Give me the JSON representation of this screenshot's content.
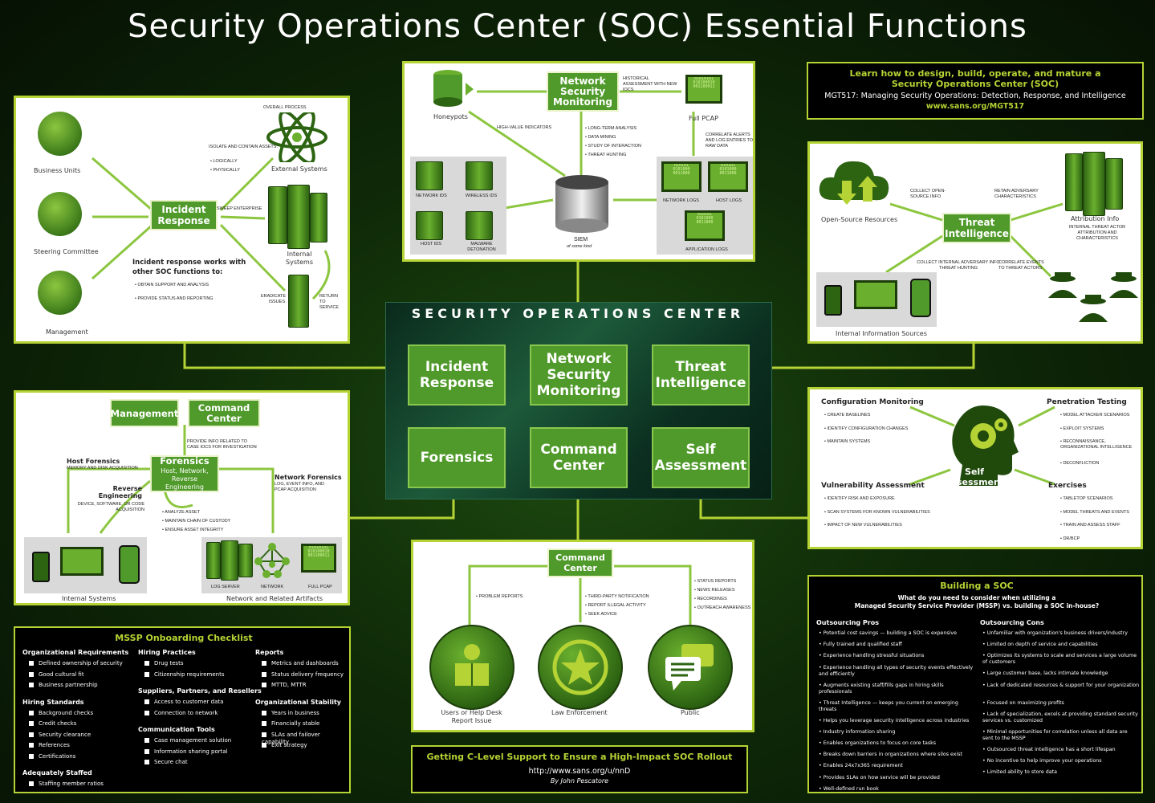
{
  "title": "Security Operations Center (SOC) Essential Functions",
  "soc": {
    "title": "SECURITY OPERATIONS CENTER",
    "boxes": [
      "Incident Response",
      "Network Security Monitoring",
      "Threat Intelligence",
      "Forensics",
      "Command Center",
      "Self Assessment"
    ]
  },
  "ad": {
    "line1": "Learn how to design, build, operate, and mature a",
    "line2": "Security Operations Center (SOC)",
    "line3": "MGT517: Managing Security Operations: Detection, Response, and Intelligence",
    "url": "www.sans.org/MGT517"
  },
  "ir": {
    "center": "Incident Response",
    "business_units": "Business Units",
    "steering": "Steering Committee",
    "management": "Management",
    "overall_process": "OVERALL PROCESS",
    "external": "External Systems",
    "isolate": "ISOLATE AND CONTAIN ASSETS:",
    "logically": "• LOGICALLY",
    "physically": "• PHYSICALLY",
    "sweep": "SWEEP ENTERPRISE",
    "internal": "Internal Systems",
    "eradicate": "ERADICATE ISSUES",
    "return": "RETURN TO SERVICE",
    "note1": "Incident response works with",
    "note2": "other SOC functions to:",
    "b1": "• OBTAIN SUPPORT AND ANALYSIS",
    "b2": "• PROVIDE STATUS AND REPORTING"
  },
  "nsm": {
    "center": "Network Security Monitoring",
    "honeypots": "Honeypots",
    "hist": "HISTORICAL ASSESSMENT WITH NEW IOCs",
    "pcap": "Full PCAP",
    "hvi": "HIGH-VALUE INDICATORS",
    "a1": "• LONG-TERM ANALYSIS",
    "a2": "• DATA MINING",
    "a3": "• STUDY OF INTERACTION",
    "a4": "• THREAT HUNTING",
    "correlate": "CORRELATE ALERTS AND LOG ENTRIES TO RAW DATA",
    "nids": "NETWORK IDS",
    "wids": "WIRELESS IDS",
    "hids": "HOST IDS",
    "malware": "MALWARE DETONATION",
    "siem": "SIEM",
    "siem_sub": "of some kind",
    "netlogs": "NETWORK LOGS",
    "hostlogs": "HOST LOGS",
    "applogs": "APPLICATION LOGS"
  },
  "ti": {
    "center": "Threat Intelligence",
    "osr": "Open-Source Resources",
    "collect_os": "COLLECT OPEN-SOURCE INFO",
    "retain": "RETAIN ADVERSARY CHARACTERISTICS",
    "attr": "Attribution Info",
    "attr_sub": "INTERNAL THREAT ACTOR ATTRIBUTION AND CHARACTERISTICS",
    "collect_int": "COLLECT INTERNAL ADVERSARY INFO THREAT HUNTING",
    "correlate": "CORRELATE EVENTS TO THREAT ACTORS",
    "iis": "Internal Information Sources"
  },
  "for": {
    "center": "Forensics",
    "center_sub": "Host, Network, Reverse Engineering",
    "management": "Management",
    "cc": "Command Center",
    "provide": "PROVIDE INFO RELATED TO CASE IOCs FOR INVESTIGATION",
    "hf": "Host Forensics",
    "hf_sub": "MEMORY AND DISK ACQUISITION",
    "re": "Reverse Engineering",
    "re_sub": "DEVICE, SOFTWARE, OR CODE ACQUISITION",
    "nf": "Network Forensics",
    "nf_sub": "LOG, EVENT INFO, AND PCAP ACQUISITION",
    "a1": "• ANALYZE ASSET",
    "a2": "• MAINTAIN CHAIN OF CUSTODY",
    "a3": "• ENSURE ASSET INTEGRITY",
    "internal": "Internal Systems",
    "logserver": "LOG SERVER",
    "network": "NETWORK",
    "fullpcap": "FULL PCAP",
    "netart": "Network and Related Artifacts"
  },
  "sa": {
    "center": "Self Assessment",
    "cm": "Configuration Monitoring",
    "cm1": "• CREATE BASELINES",
    "cm2": "• IDENTIFY CONFIGURATION CHANGES",
    "cm3": "• MAINTAIN SYSTEMS",
    "pt": "Penetration Testing",
    "pt1": "• MODEL ATTACKER SCENARIOS",
    "pt2": "• EXPLOIT SYSTEMS",
    "pt3": "• RECONNAISSANCE, ORGANIZATIONAL INTELLIGENCE",
    "pt4": "• DECONFLICTION",
    "va": "Vulnerability Assessment",
    "va1": "• IDENTIFY RISK AND EXPOSURE",
    "va2": "• SCAN SYSTEMS FOR KNOWN VULNERABILITIES",
    "va3": "• IMPACT OF NEW VULNERABILITIES",
    "ex": "Exercises",
    "ex1": "• TABLETOP SCENARIOS",
    "ex2": "• MODEL THREATS AND EVENTS",
    "ex3": "• TRAIN AND ASSESS STAFF",
    "ex4": "• DR/BCP"
  },
  "cc": {
    "center": "Command Center",
    "problem": "• PROBLEM REPORTS",
    "tp1": "• THIRD-PARTY NOTIFICATION",
    "tp2": "• REPORT ILLEGAL ACTIVITY",
    "tp3": "• SEEK ADVICE",
    "s1": "• STATUS REPORTS",
    "s2": "• NEWS RELEASES",
    "s3": "• RECORDINGS",
    "s4": "• OUTREACH AWARENESS",
    "users": "Users or Help Desk Report Issue",
    "law": "Law Enforcement",
    "public": "Public"
  },
  "clevel": {
    "title": "Getting C-Level Support to Ensure a High-Impact SOC Rollout",
    "url": "http://www.sans.org/u/nnD",
    "by": "By John Pescatore"
  },
  "mssp": {
    "title": "MSSP Onboarding Checklist",
    "cols": [
      [
        {
          "h": "Organizational Requirements",
          "items": [
            "Defined ownership of security",
            "Good cultural fit",
            "Business partnership"
          ]
        },
        {
          "h": "Hiring Standards",
          "items": [
            "Background checks",
            "Credit checks",
            "Security clearance",
            "References",
            "Certifications"
          ]
        },
        {
          "h": "Adequately Staffed",
          "items": [
            "Staffing member ratios"
          ]
        }
      ],
      [
        {
          "h": "Hiring Practices",
          "items": [
            "Drug tests",
            "Citizenship requirements"
          ]
        },
        {
          "h": "Suppliers, Partners, and Resellers",
          "items": [
            "Access to customer data",
            "Connection to network"
          ]
        },
        {
          "h": "Communication Tools",
          "items": [
            "Case management solution",
            "Information sharing portal",
            "Secure chat"
          ]
        }
      ],
      [
        {
          "h": "Reports",
          "items": [
            "Metrics and dashboards",
            "Status delivery frequency",
            "MTTD, MTTR"
          ]
        },
        {
          "h": "Organizational Stability",
          "items": [
            "Years in business",
            "Financially stable",
            "SLAs and failover capability",
            "Exit strategy"
          ]
        }
      ]
    ]
  },
  "build": {
    "title": "Building a SOC",
    "q1": "What do you need to consider when utilizing a",
    "q2": "Managed Security Service Provider (MSSP) vs. building a SOC in-house?",
    "pros_h": "Outsourcing Pros",
    "pros": [
      "Potential cost savings — building a SOC is expensive",
      "Fully trained and qualified staff",
      "Experience handling stressful situations",
      "Experience handling all types of security events effectively and efficiently",
      "Augments existing staff/fills gaps in hiring skills professionals",
      "Threat Intelligence — keeps you current on emerging threats",
      "Helps you leverage security intelligence across industries",
      "Industry information sharing",
      "Enables organizations to focus on core tasks",
      "Breaks down barriers in organizations where silos exist",
      "Enables 24x7x365 requirement",
      "Provides SLAs on how service will be provided",
      "Well-defined run book"
    ],
    "cons_h": "Outsourcing Cons",
    "cons": [
      "Unfamiliar with organization's business drivers/industry",
      "Limited on depth of service and capabilities",
      "Optimizes its systems to scale and services a large volume of customers",
      "Large customer base, lacks intimate knowledge",
      "Lack of dedicated resources & support for your organization",
      "Focused on maximizing profits",
      "Lack of specialization, excels at providing standard security services vs. customized",
      "Minimal opportunities for correlation unless all data are sent to the MSSP",
      "Outsourced threat intelligence has a short lifespan",
      "No incentive to help improve your operations",
      "Limited ability to store data"
    ]
  }
}
